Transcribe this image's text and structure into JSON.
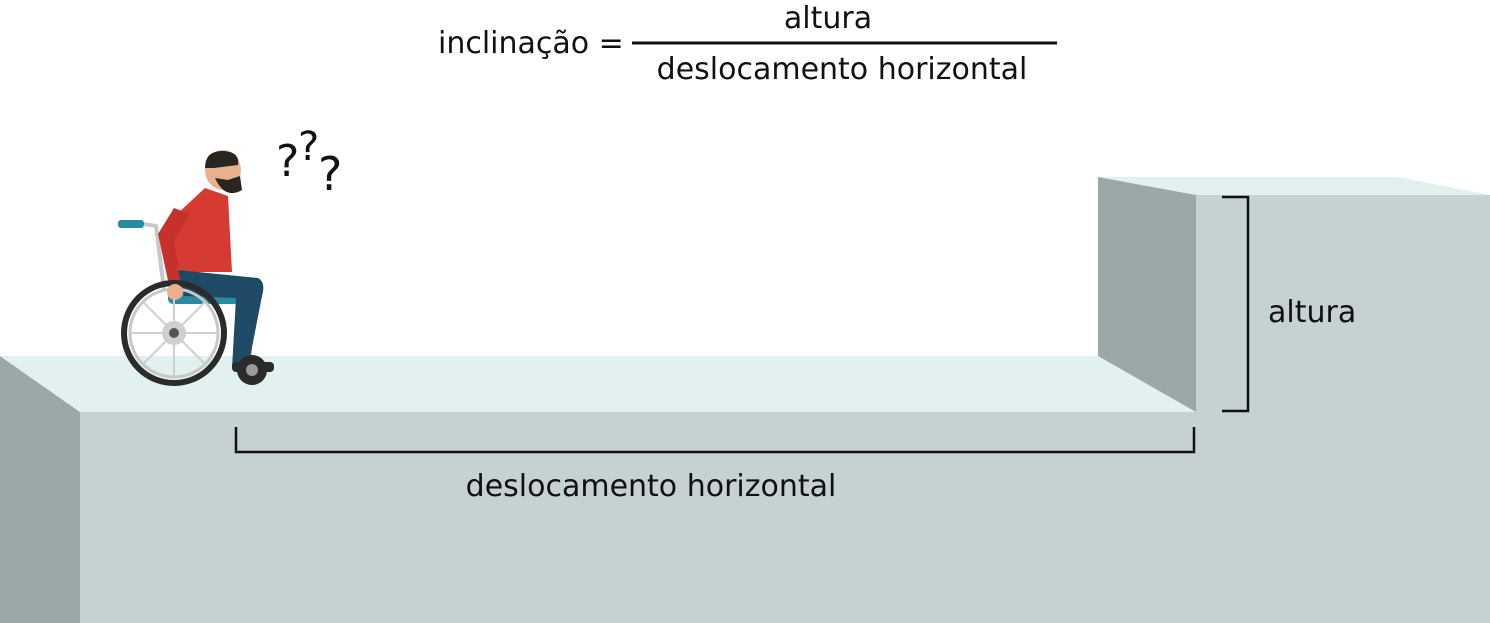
{
  "formula": {
    "lhs": "inclinação =",
    "numerator": "altura",
    "denominator": "deslocamento horizontal"
  },
  "labels": {
    "height": "altura",
    "horizontal": "deslocamento horizontal",
    "question_marks": [
      "?",
      "?",
      "?"
    ]
  },
  "colors": {
    "floor_top": "#e2f0f0",
    "block_front": "#c6d1d3",
    "block_side": "#9aa8a7",
    "shirt": "#d63b33",
    "pants": "#1e4a66",
    "seat": "#2a8aa0",
    "wheel": "#2b2b2b"
  }
}
